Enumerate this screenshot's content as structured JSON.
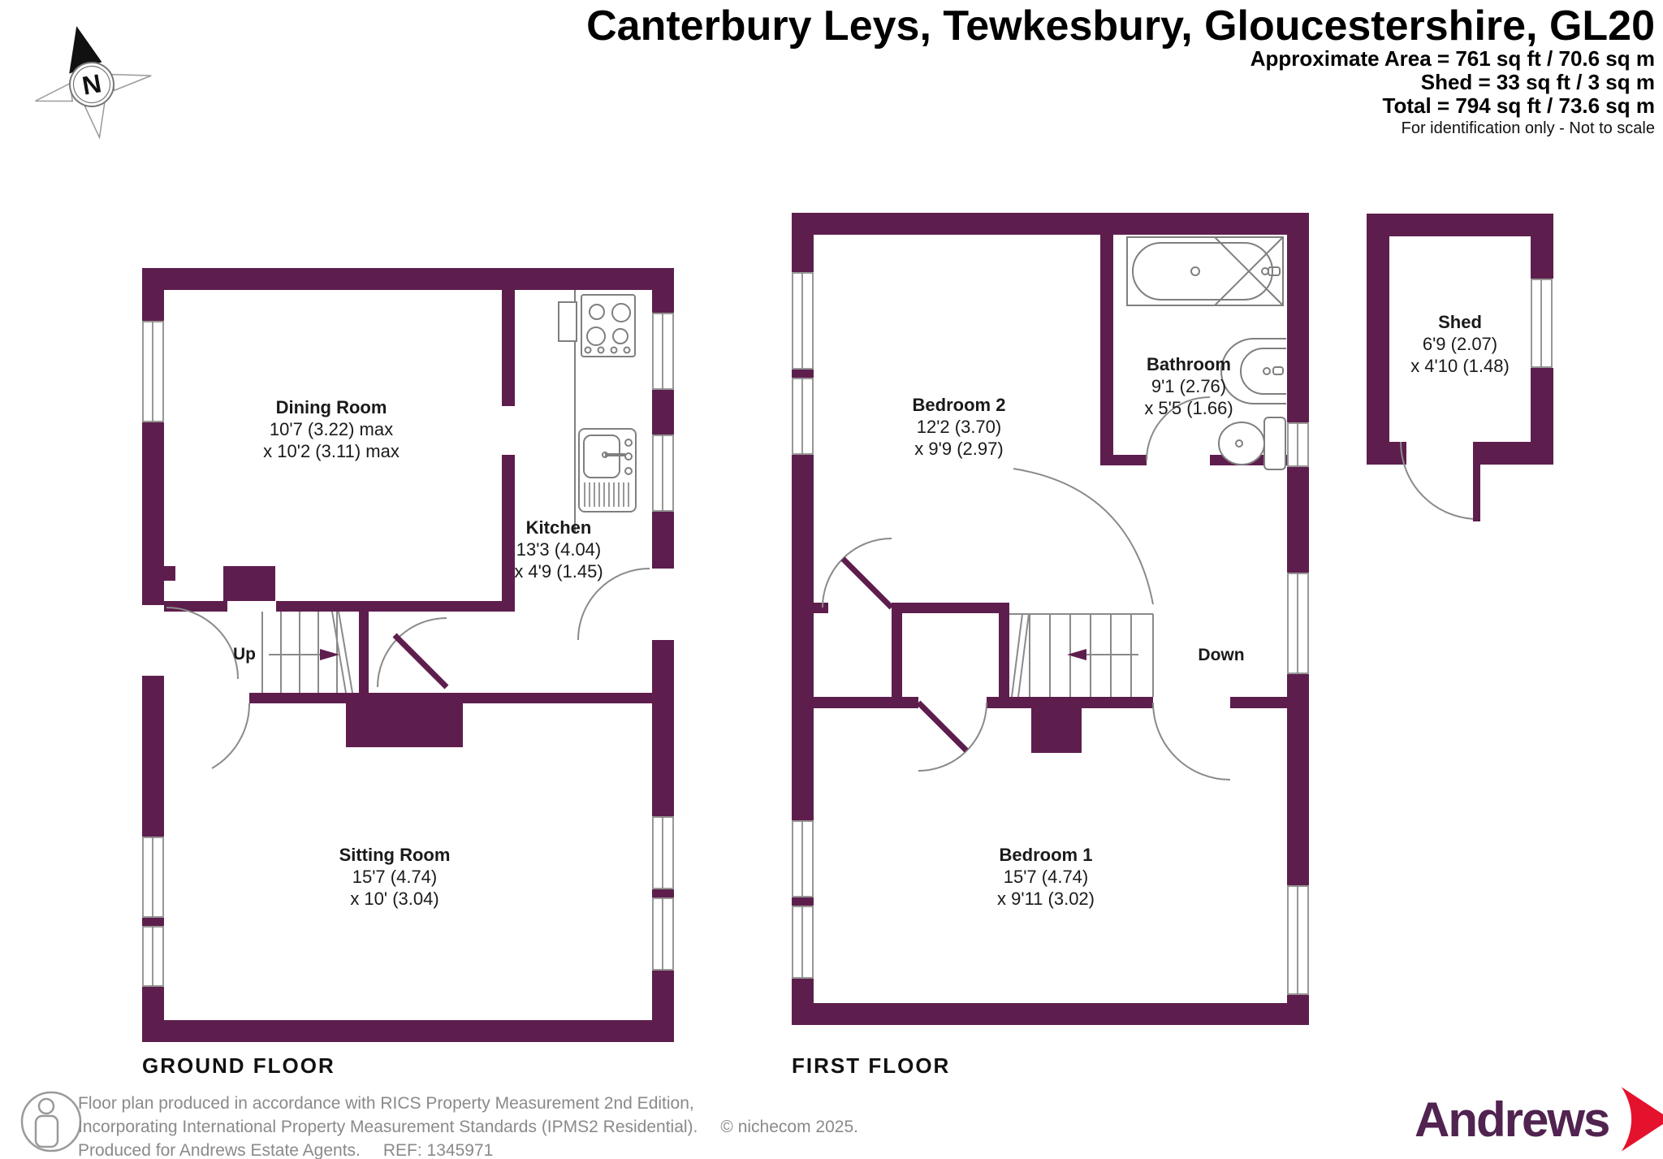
{
  "header": {
    "title": "Canterbury Leys, Tewkesbury, Gloucestershire, GL20",
    "area_line1": "Approximate Area = 761 sq ft / 70.6 sq m",
    "area_line2": "Shed = 33 sq ft / 3 sq m",
    "area_line3": "Total = 794 sq ft / 73.6 sq m",
    "note": "For identification only - Not to scale",
    "compass": "N"
  },
  "floors": {
    "ground": {
      "caption": "GROUND FLOOR",
      "stairs_label": "Up",
      "rooms": [
        {
          "name": "Dining Room",
          "dims": [
            "10'7 (3.22) max",
            "x 10'2 (3.11) max"
          ]
        },
        {
          "name": "Kitchen",
          "dims": [
            "13'3 (4.04)",
            "x 4'9 (1.45)"
          ]
        },
        {
          "name": "Sitting Room",
          "dims": [
            "15'7 (4.74)",
            "x 10' (3.04)"
          ]
        }
      ]
    },
    "first": {
      "caption": "FIRST FLOOR",
      "stairs_label": "Down",
      "rooms": [
        {
          "name": "Bedroom 2",
          "dims": [
            "12'2 (3.70)",
            "x 9'9 (2.97)"
          ]
        },
        {
          "name": "Bathroom",
          "dims": [
            "9'1 (2.76)",
            "x 5'5 (1.66)"
          ]
        },
        {
          "name": "Bedroom 1",
          "dims": [
            "15'7 (4.74)",
            "x 9'11 (3.02)"
          ]
        }
      ]
    },
    "shed": {
      "name": "Shed",
      "dims": [
        "6'9 (2.07)",
        "x 4'10 (1.48)"
      ]
    }
  },
  "footer": {
    "line1": "Floor plan produced in accordance with RICS Property Measurement 2nd Edition,",
    "line2a": "Incorporating International Property Measurement Standards (IPMS2 Residential).",
    "line2b": "© nichecom 2025.",
    "line3a": "Produced for Andrews Estate Agents.",
    "line3b": "REF: 1345971",
    "brand": "Andrews"
  },
  "colors": {
    "wall": "#5e1e4d",
    "brand_purple": "#512350",
    "brand_red": "#e5122d"
  }
}
